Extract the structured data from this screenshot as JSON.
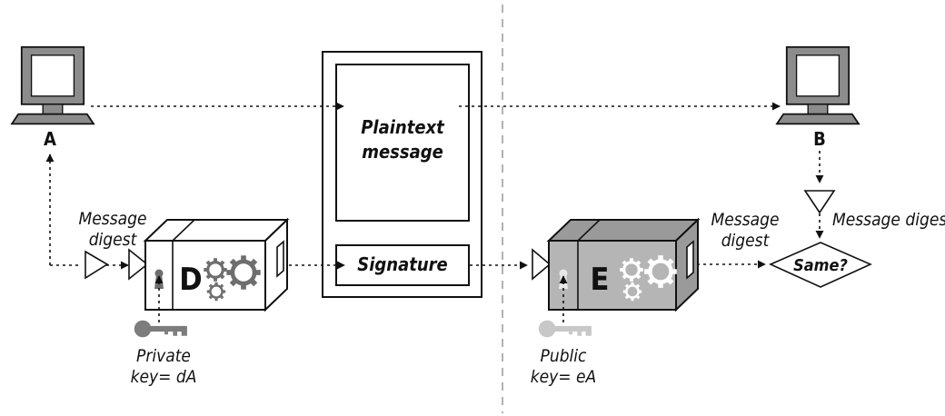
{
  "computer_a": {
    "label": "A"
  },
  "computer_b": {
    "label": "B"
  },
  "document": {
    "body_line1": "Plaintext",
    "body_line2": "message",
    "signature": "Signature"
  },
  "sender": {
    "digest_line1": "Message",
    "digest_line2": "digest",
    "box_letter": "D",
    "key_line1": "Private",
    "key_line2": "key= dA"
  },
  "receiver": {
    "digest_line1": "Message",
    "digest_line2": "digest",
    "box_letter": "E",
    "key_line1": "Public",
    "key_line2": "key= eA",
    "incoming_digest": "Message digest",
    "compare": "Same?"
  },
  "colors": {
    "ink": "#111111",
    "box_dark": "#9a9a9a",
    "box_mid": "#b5b5b5",
    "gear_light": "#ffffff",
    "gear_dark": "#6e6e6e",
    "private_key": "#7d7d7d",
    "public_key": "#c8c8c8"
  }
}
